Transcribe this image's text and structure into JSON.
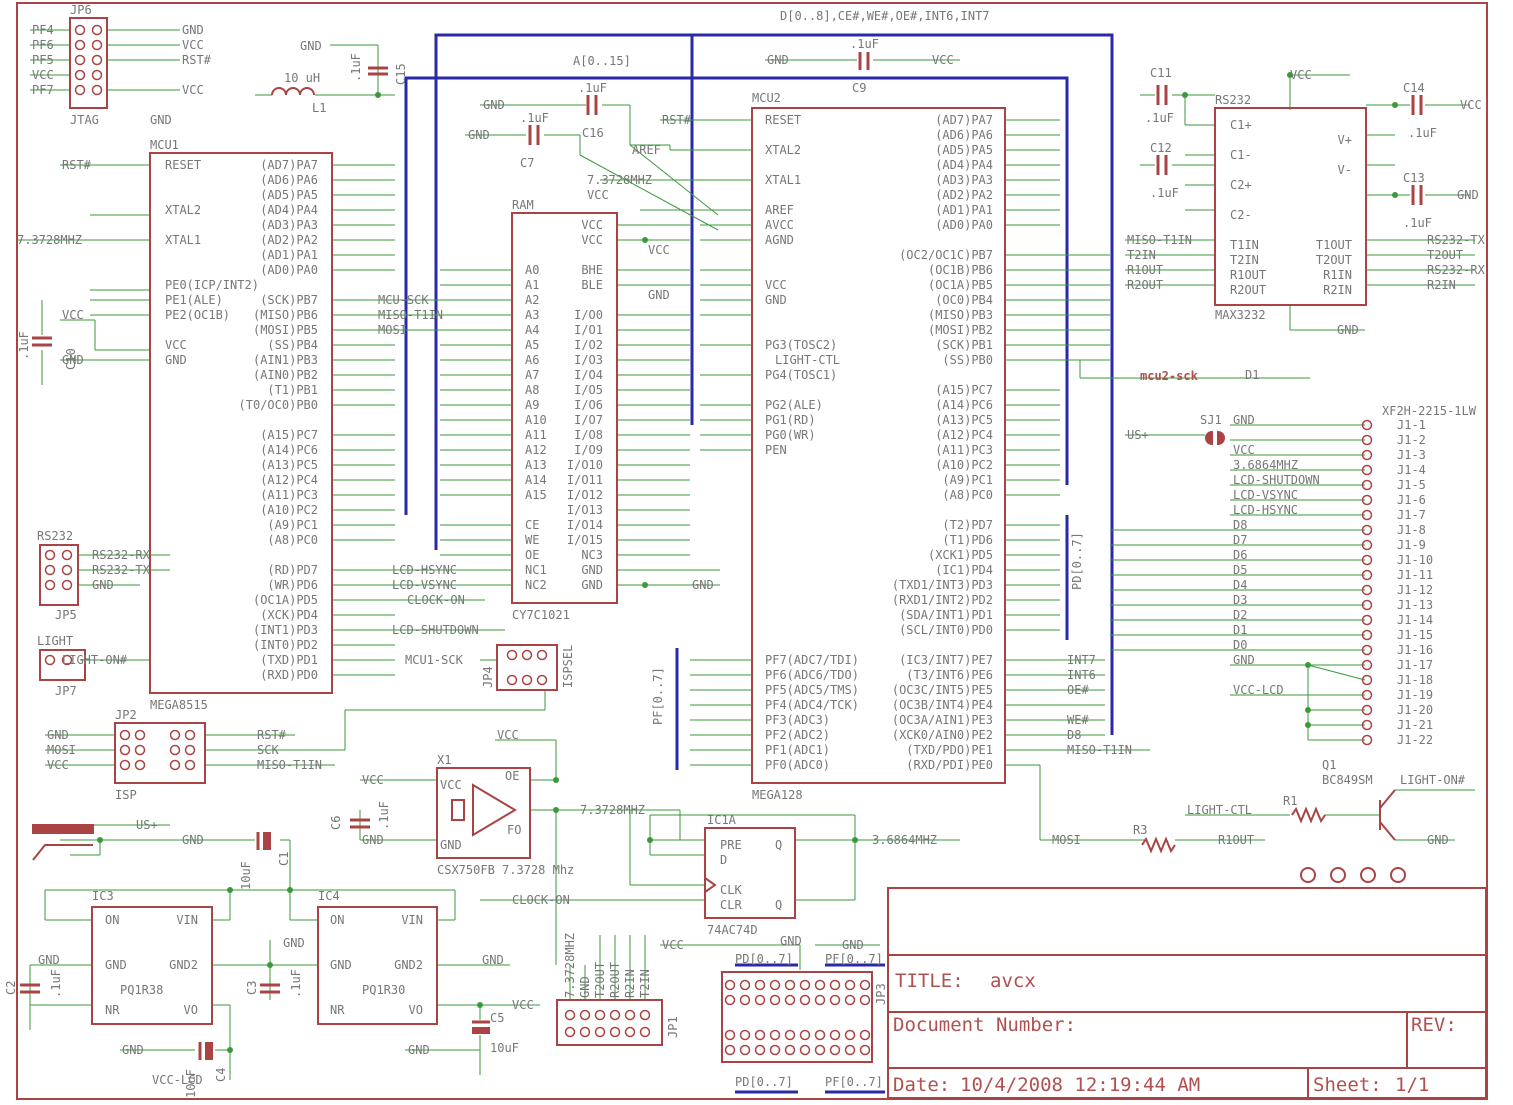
{
  "colors": {
    "outline": "#aa4444",
    "wire": "#3a9a3a",
    "bus": "#2a2aa8",
    "text": "#777777",
    "title": "#b05050"
  },
  "title_block": {
    "title_label": "TITLE:",
    "title_value": "avcx",
    "doc_label": "Document Number:",
    "rev_label": "REV:",
    "date_label": "Date:",
    "date_value": "10/4/2008 12:19:44 AM",
    "sheet_label": "Sheet:",
    "sheet_value": "1/1"
  },
  "buses": {
    "data_bus": "D[0..8],CE#,WE#,OE#,INT6,INT7",
    "addr_bus": "A[0..15]",
    "pd_bus": "PD[0..7]",
    "pf_bus": "PF[0..7]"
  },
  "parts": {
    "jp6": {
      "name": "JP6",
      "value": "JTAG",
      "left": [
        "PF4",
        "PF6",
        "PF5",
        "VCC",
        "PF7"
      ],
      "right": [
        "GND",
        "VCC",
        "RST#",
        "",
        "VCC"
      ],
      "gnd": "GND"
    },
    "l1": {
      "name": "L1",
      "value": "10 uH"
    },
    "c15": {
      "name": "C15",
      "value": ".1uF",
      "net": "GND"
    },
    "c16": {
      "name": "C16",
      "value": ".1uF",
      "net": "GND"
    },
    "c7": {
      "name": "C7",
      "value": ".1uF",
      "net": "GND"
    },
    "c9": {
      "name": "C9",
      "value": ".1uF",
      "left": "GND",
      "right": "VCC"
    },
    "mcu1": {
      "name": "MCU1",
      "value": "MEGA8515",
      "left_pins": [
        "RESET",
        "XTAL2",
        "XTAL1",
        "PE0(ICP/INT2)",
        "PE1(ALE)",
        "PE2(OC1B)",
        "VCC",
        "GND"
      ],
      "right_pins": [
        "(AD7)PA7",
        "(AD6)PA6",
        "(AD5)PA5",
        "(AD4)PA4",
        "(AD3)PA3",
        "(AD2)PA2",
        "(AD1)PA1",
        "(AD0)PA0",
        "(SCK)PB7",
        "(MISO)PB6",
        "(MOSI)PB5",
        "(SS)PB4",
        "(AIN1)PB3",
        "(AIN0)PB2",
        "(T1)PB1",
        "(T0/OC0)PB0",
        "(A15)PC7",
        "(A14)PC6",
        "(A13)PC5",
        "(A12)PC4",
        "(A11)PC3",
        "(A10)PC2",
        "(A9)PC1",
        "(A8)PC0",
        "(RD)PD7",
        "(WR)PD6",
        "(OC1A)PD5",
        "(XCK)PD4",
        "(INT1)PD3",
        "(INT0)PD2",
        "(TXD)PD1",
        "(RXD)PD0"
      ],
      "nets_left": [
        "RST#",
        "7.3728MHZ",
        "VCC",
        "GND"
      ],
      "nets_right": [
        "MCU-SCK",
        "MISO-T1IN",
        "MOSI",
        "LCD-HSYNC",
        "LCD-VSYNC",
        "CLOCK-ON",
        "LCD-SHUTDOWN"
      ]
    },
    "ram": {
      "name": "RAM",
      "value": "CY7C1021",
      "left_pins": [
        "A0",
        "A1",
        "A2",
        "A3",
        "A4",
        "A5",
        "A6",
        "A7",
        "A8",
        "A9",
        "A10",
        "A11",
        "A12",
        "A13",
        "A14",
        "A15",
        "CE",
        "WE",
        "OE",
        "NC1",
        "NC2"
      ],
      "right_pins": [
        "VCC",
        "VCC",
        "BHE",
        "BLE",
        "I/O0",
        "I/O1",
        "I/O2",
        "I/O3",
        "I/O4",
        "I/O5",
        "I/O6",
        "I/O7",
        "I/O8",
        "I/O9",
        "I/O10",
        "I/O11",
        "I/O12",
        "I/O13",
        "I/O14",
        "I/O15",
        "NC3",
        "GND",
        "GND"
      ],
      "nets": [
        "VCC",
        "GND",
        "GND"
      ]
    },
    "mcu2": {
      "name": "MCU2",
      "value": "MEGA128",
      "left_pins": [
        "RESET",
        "XTAL2",
        "XTAL1",
        "AREF",
        "AVCC",
        "AGND",
        "VCC",
        "GND",
        "PG3(TOSC2)",
        "PG4(TOSC1)",
        "PG2(ALE)",
        "PG1(RD)",
        "PG0(WR)",
        "PEN",
        "PF7(ADC7/TDI)",
        "PF6(ADC6/TDO)",
        "PF5(ADC5/TMS)",
        "PF4(ADC4/TCK)",
        "PF3(ADC3)",
        "PF2(ADC2)",
        "PF1(ADC1)",
        "PF0(ADC0)"
      ],
      "right_pins": [
        "(AD7)PA7",
        "(AD6)PA6",
        "(AD5)PA5",
        "(AD4)PA4",
        "(AD3)PA3",
        "(AD2)PA2",
        "(AD1)PA1",
        "(AD0)PA0",
        "(OC2/OC1C)PB7",
        "(OC1B)PB6",
        "(OC1A)PB5",
        "(OC0)PB4",
        "(MISO)PB3",
        "(MOSI)PB2",
        "(SCK)PB1",
        "(SS)PB0",
        "(A15)PC7",
        "(A14)PC6",
        "(A13)PC5",
        "(A12)PC4",
        "(A11)PC3",
        "(A10)PC2",
        "(A9)PC1",
        "(A8)PC0",
        "(T2)PD7",
        "(T1)PD6",
        "(XCK1)PD5",
        "(IC1)PD4",
        "(TXD1/INT3)PD3",
        "(RXD1/INT2)PD2",
        "(SDA/INT1)PD1",
        "(SCL/INT0)PD0",
        "(IC3/INT7)PE7",
        "(T3/INT6)PE6",
        "(OC3C/INT5)PE5",
        "(OC3B/INT4)PE4",
        "(OC3A/AIN1)PE3",
        "(XCK0/AIN0)PE2",
        "(TXD/PDO)PE1",
        "(RXD/PDI)PE0"
      ],
      "nets_left": [
        "RST#",
        "AREF",
        "7.3728MHZ",
        "VCC",
        "GND",
        "LIGHT-CTL"
      ],
      "nets_right": [
        "INT7",
        "INT6",
        "OE#",
        "WE#",
        "D8",
        "MISO-T1IN"
      ],
      "sck_net": "mcu2-sck",
      "d1": "D1"
    },
    "rs232_ic": {
      "name": "RS232",
      "value": "MAX3232",
      "left_pins": [
        "C1+",
        "C1-",
        "C2+",
        "C2-",
        "T1IN",
        "T2IN",
        "R1OUT",
        "R2OUT"
      ],
      "right_pins": [
        "V+",
        "V-",
        "T1OUT",
        "T2OUT",
        "R1IN",
        "R2IN"
      ],
      "mid": [
        "VCC",
        "GND"
      ],
      "nets_left": [
        "MISO-T1IN",
        "T2IN",
        "R1OUT",
        "R2OUT"
      ],
      "nets_right": [
        "RS232-TX",
        "T2OUT",
        "RS232-RX",
        "R2IN"
      ],
      "vcc": "VCC",
      "gnd": "GND"
    },
    "c11": {
      "name": "C11",
      "value": ".1uF"
    },
    "c12": {
      "name": "C12",
      "value": ".1uF"
    },
    "c13": {
      "name": "C13",
      "value": ".1uF",
      "net": "GND"
    },
    "c14": {
      "name": "C14",
      "value": ".1uF",
      "net": "VCC"
    },
    "c10": {
      "name": "C10",
      "value": ".1uF",
      "nets": [
        "VCC",
        "GND"
      ]
    },
    "sj1": {
      "name": "SJ1",
      "left": "US+",
      "right": "GND"
    },
    "j1": {
      "name": "XF2H-2215-1LW",
      "nets": [
        "GND",
        "US+",
        "VCC",
        "3.6864MHZ",
        "LCD-SHUTDOWN",
        "LCD-VSYNC",
        "LCD-HSYNC",
        "D8",
        "D7",
        "D6",
        "D5",
        "D4",
        "D3",
        "D2",
        "D1",
        "D0",
        "GND",
        "",
        "VCC-LCD",
        "",
        "",
        ""
      ],
      "pins": [
        "J1-1",
        "J1-2",
        "J1-3",
        "J1-4",
        "J1-5",
        "J1-6",
        "J1-7",
        "J1-8",
        "J1-9",
        "J1-10",
        "J1-11",
        "J1-12",
        "J1-13",
        "J1-14",
        "J1-15",
        "J1-16",
        "J1-17",
        "J1-18",
        "J1-19",
        "J1-20",
        "J1-21",
        "J1-22"
      ]
    },
    "jp5": {
      "name": "JP5",
      "title": "RS232",
      "nets": [
        "RS232-RX",
        "RS232-TX",
        "GND"
      ]
    },
    "jp7": {
      "name": "JP7",
      "title": "LIGHT",
      "net": "LIGHT-ON#"
    },
    "jp4": {
      "name": "JP4",
      "value": "ISPSEL",
      "net": "MCU1-SCK"
    },
    "jp2": {
      "name": "JP2",
      "value": "ISP",
      "left": [
        "GND",
        "MOSI",
        "VCC"
      ],
      "right": [
        "RST#",
        "SCK",
        "MISO-T1IN"
      ]
    },
    "x1": {
      "name": "X1",
      "value": "CSX750FB 7.3728 Mhz",
      "pins": [
        "VCC",
        "GND",
        "OE",
        "FO"
      ],
      "nets": [
        "VCC",
        "VCC",
        "7.3728MHZ"
      ]
    },
    "c6": {
      "name": "C6",
      "value": ".1uF",
      "net": "GND"
    },
    "ic1a": {
      "name": "IC1A",
      "value": "74AC74D",
      "pins": [
        "PRE",
        "D",
        "CLK",
        "CLR",
        "Q",
        "Q"
      ],
      "nets": [
        "3.6864MHZ",
        "CLOCK-ON"
      ]
    },
    "q1": {
      "name": "Q1",
      "value": "BC849SM",
      "nets": [
        "LIGHT-ON#",
        "GND"
      ]
    },
    "r1": {
      "name": "R1",
      "net": "LIGHT-CTL"
    },
    "r3": {
      "name": "R3",
      "nets": [
        "MOSI",
        "R1OUT"
      ]
    },
    "ic3": {
      "name": "IC3",
      "value": "PQ1R38",
      "pins": [
        "ON",
        "GND",
        "NR",
        "VIN",
        "GND2",
        "VO"
      ]
    },
    "ic4": {
      "name": "IC4",
      "value": "PQ1R30",
      "pins": [
        "ON",
        "GND",
        "NR",
        "VIN",
        "GND2",
        "VO"
      ],
      "nets": [
        "GND",
        "VCC",
        "GND"
      ]
    },
    "c1": {
      "name": "C1",
      "value": "10uF",
      "net": "GND"
    },
    "c2": {
      "name": "C2",
      "value": ".1uF",
      "net": "GND"
    },
    "c3": {
      "name": "C3",
      "value": ".1uF",
      "net": "GND"
    },
    "c4": {
      "name": "C4",
      "value": "10uF",
      "nets": [
        "GND",
        "VCC-LCD"
      ]
    },
    "c5": {
      "name": "C5",
      "value": "10uF"
    },
    "usb": {
      "net": "US+"
    },
    "jp1": {
      "name": "JP1",
      "nets": [
        "7.3728MHZ",
        "GND",
        "T2OUT",
        "R2OUT",
        "R2IN",
        "T2IN"
      ]
    },
    "jp3": {
      "name": "JP3",
      "nets": [
        "VCC",
        "GND",
        "GND"
      ],
      "buses": [
        "PD[0..7]",
        "PF[0..7]",
        "PD[0..7]",
        "PF[0..7]"
      ]
    }
  }
}
